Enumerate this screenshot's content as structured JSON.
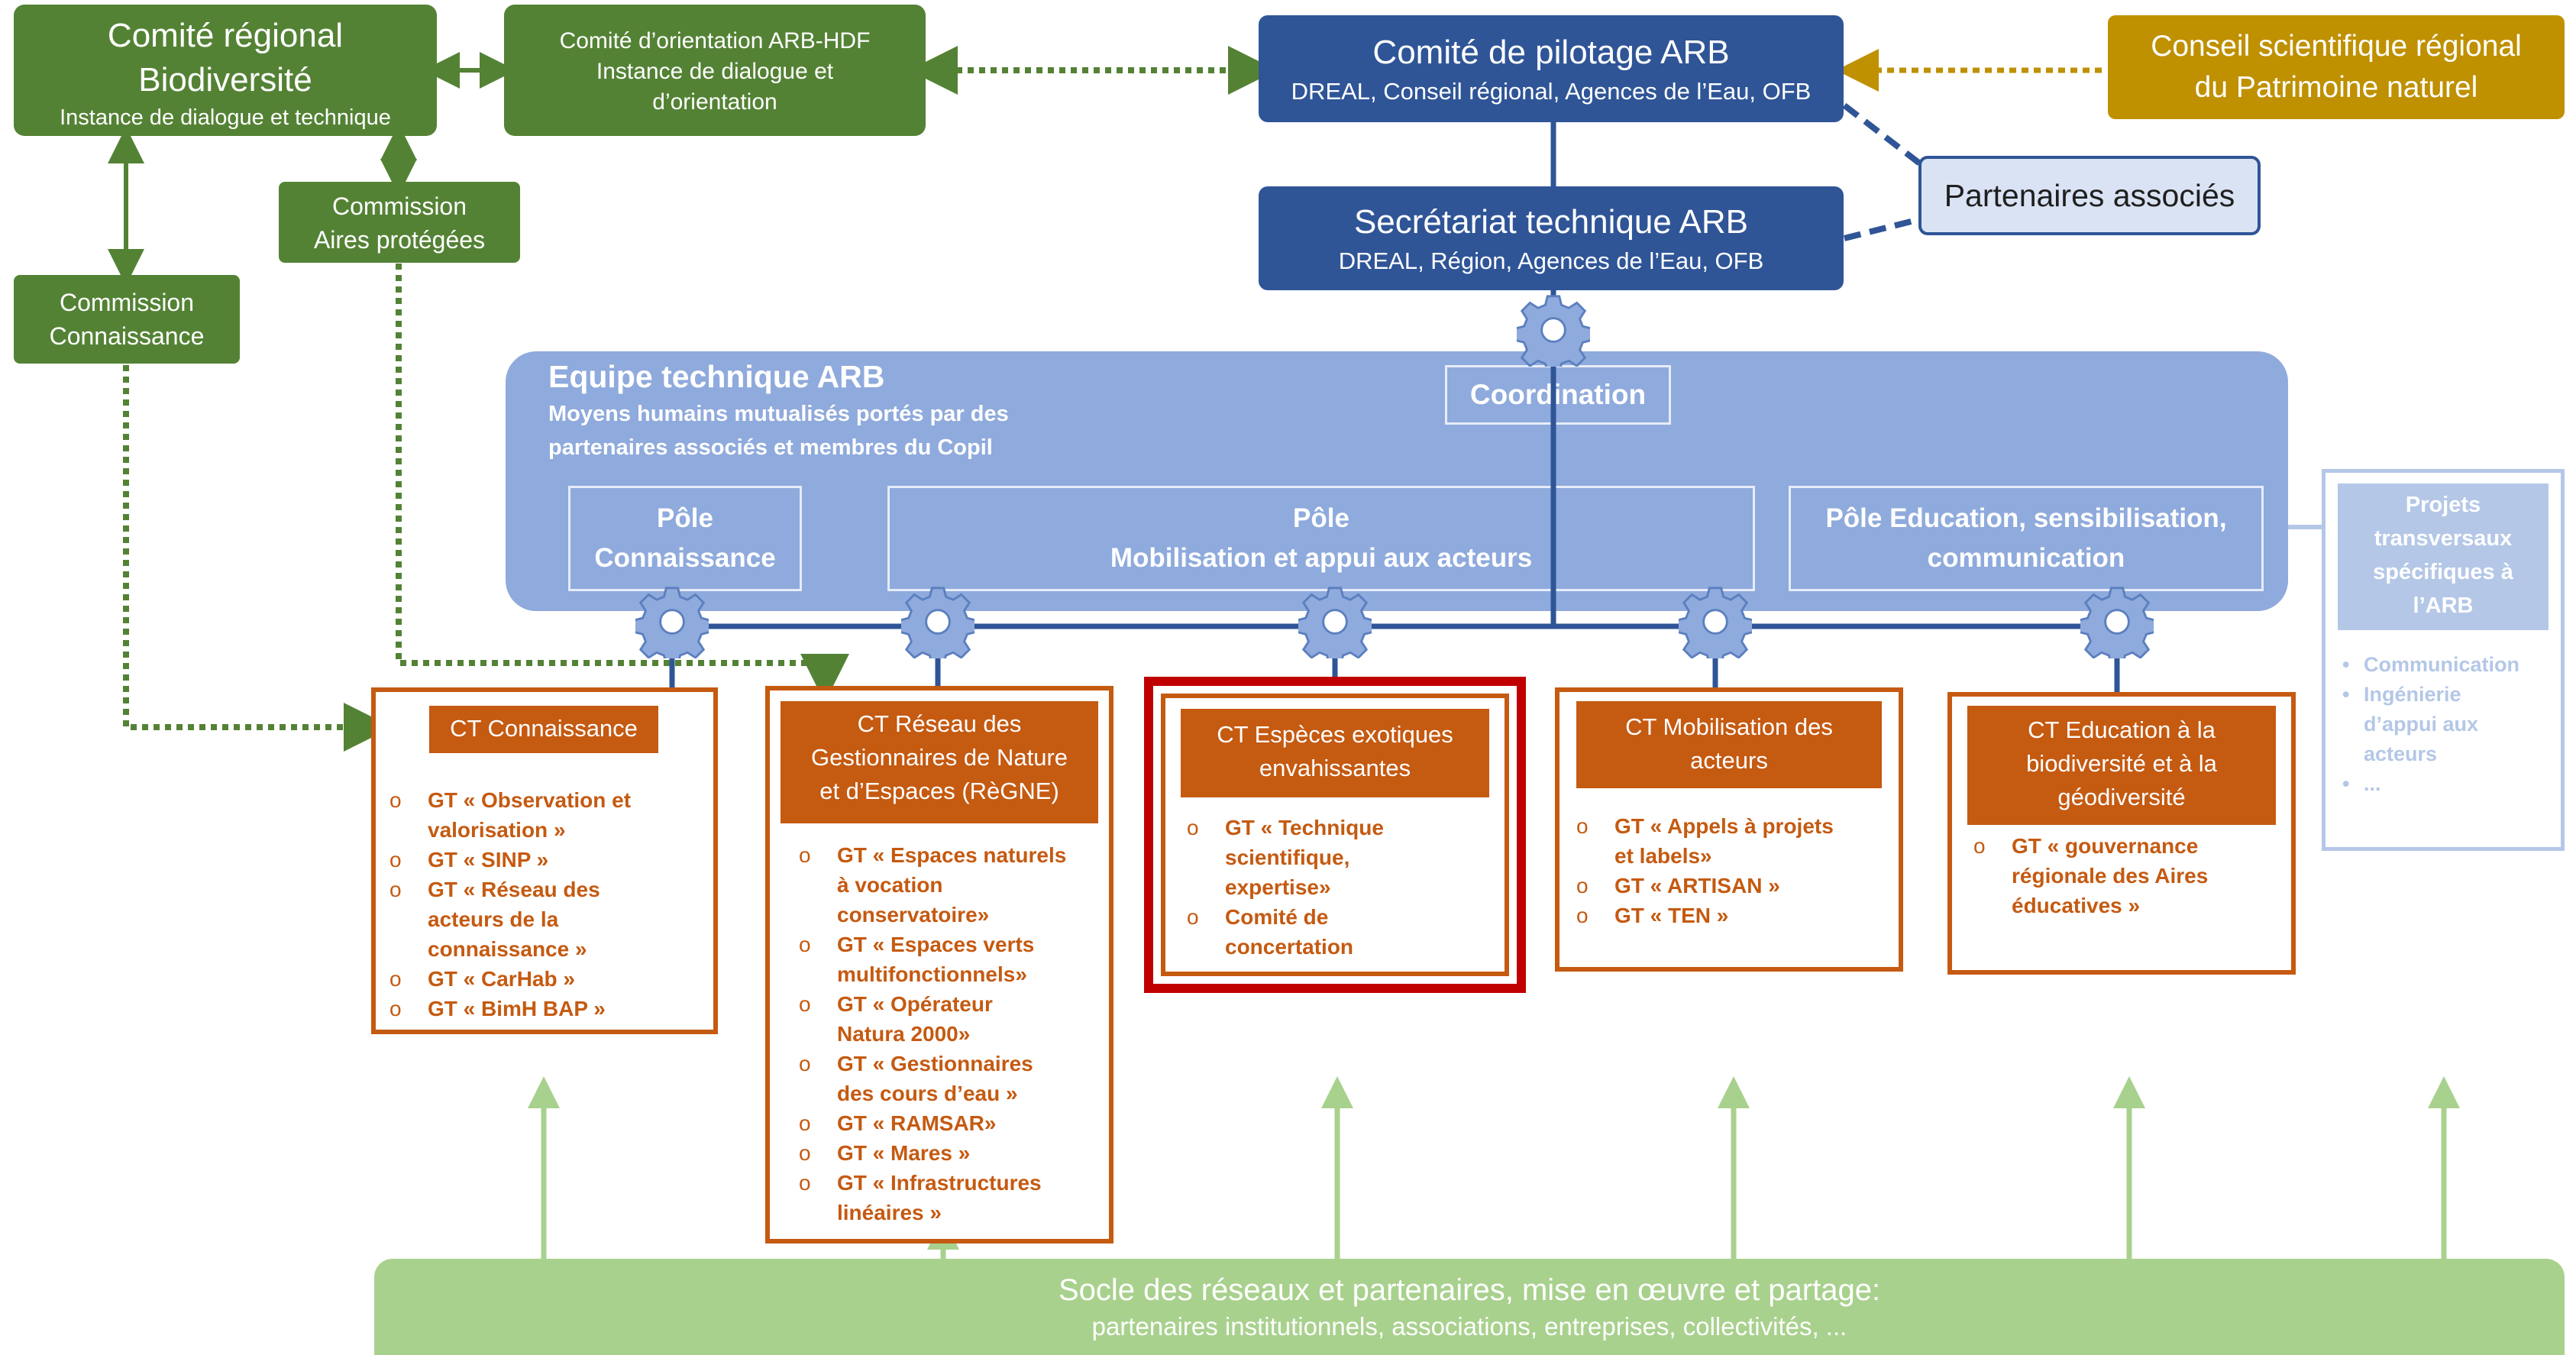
{
  "top_left": {
    "comite_regional": {
      "title_l1": "Comité régional",
      "title_l2": "Biodiversité",
      "subtitle": "Instance de dialogue et technique"
    },
    "comite_orientation": {
      "l1": "Comité d’orientation  ARB-HDF",
      "l2": "Instance de dialogue et",
      "l3": "d’orientation"
    },
    "commission_aires": {
      "l1": "Commission",
      "l2": "Aires protégées"
    },
    "commission_connaissance": {
      "l1": "Commission",
      "l2": "Connaissance"
    }
  },
  "governance": {
    "copil": {
      "title": "Comité de pilotage ARB",
      "members": "DREAL, Conseil régional, Agences de l’Eau, OFB"
    },
    "secretariat": {
      "title": "Secrétariat technique ARB",
      "members": "DREAL, Région, Agences de l’Eau, OFB"
    },
    "partenaires": "Partenaires associés",
    "conseil_scientifique": {
      "l1": "Conseil scientifique régional",
      "l2": "du Patrimoine naturel"
    }
  },
  "equipe": {
    "title": "Equipe technique ARB",
    "subtitle_l1": "Moyens humains mutualisés portés par des",
    "subtitle_l2": "partenaires associés et membres du Copil",
    "coordination": "Coordination",
    "poles": [
      {
        "l1": "Pôle",
        "l2": "Connaissance"
      },
      {
        "l1": "Pôle",
        "l2": "Mobilisation et appui aux acteurs"
      },
      {
        "l1": "Pôle Education, sensibilisation,",
        "l2": "communication"
      }
    ]
  },
  "projets": {
    "title_l1": "Projets",
    "title_l2": "transversaux",
    "title_l3": "spécifiques à",
    "title_l4": "l’ARB",
    "items": [
      "Communication",
      "Ingénierie",
      "d’appui aux",
      "acteurs",
      "..."
    ]
  },
  "ct_boxes": [
    {
      "head": [
        "CT Connaissance"
      ],
      "items": [
        [
          "GT « Observation et",
          "valorisation »"
        ],
        [
          "GT « SINP »"
        ],
        [
          "GT « Réseau des",
          "acteurs de la",
          "connaissance »"
        ],
        [
          "GT « CarHab »"
        ],
        [
          "GT « BimH BAP »"
        ]
      ]
    },
    {
      "head": [
        "CT Réseau des",
        "Gestionnaires de Nature",
        "et d’Espaces (RèGNE)"
      ],
      "items": [
        [
          "GT « Espaces naturels",
          "à vocation",
          "conservatoire»"
        ],
        [
          "GT « Espaces verts",
          "multifonctionnels»"
        ],
        [
          "GT « Opérateur",
          "Natura 2000»"
        ],
        [
          "GT « Gestionnaires",
          "des cours d’eau »"
        ],
        [
          "GT « RAMSAR»"
        ],
        [
          "GT « Mares »"
        ],
        [
          "GT « Infrastructures",
          "linéaires »"
        ]
      ]
    },
    {
      "head": [
        "CT Espèces exotiques",
        "envahissantes"
      ],
      "items": [
        [
          "GT « Technique",
          "scientifique,",
          "expertise»"
        ],
        [
          "Comité de",
          "concertation"
        ]
      ]
    },
    {
      "head": [
        "CT Mobilisation des",
        "acteurs"
      ],
      "items": [
        [
          "GT « Appels à projets",
          "et labels»"
        ],
        [
          "GT « ARTISAN »"
        ],
        [
          "GT « TEN »"
        ]
      ]
    },
    {
      "head": [
        "CT Education à la",
        "biodiversité et à la",
        "géodiversité"
      ],
      "items": [
        [
          "GT « gouvernance",
          "régionale des Aires",
          "éducatives »"
        ]
      ]
    }
  ],
  "socle": {
    "l1": "Socle des réseaux et partenaires, mise en œuvre et partage:",
    "l2": "partenaires institutionnels, associations, entreprises, collectivités, ..."
  },
  "colors": {
    "green": "#548235",
    "navy": "#2f5597",
    "gold": "#bf9000",
    "orange": "#c55a11",
    "equipe": "#8faadc",
    "highlight": "#c00000",
    "socle": "#a9d18e"
  }
}
